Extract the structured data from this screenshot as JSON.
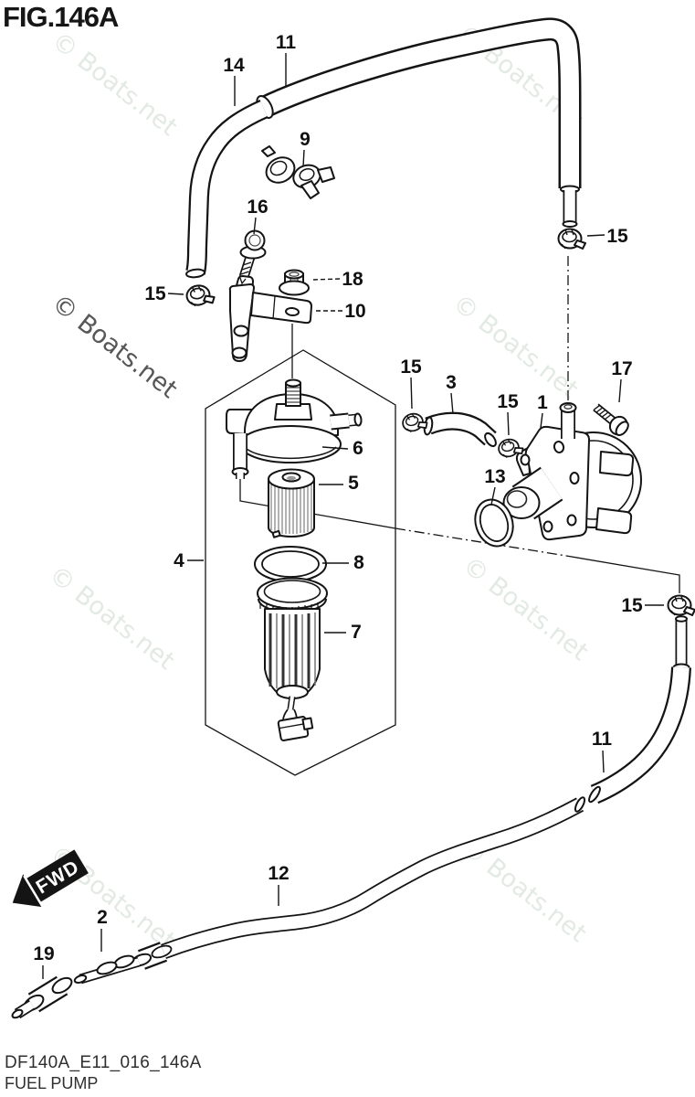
{
  "figure": {
    "title": "FIG.146A",
    "drawing_code": "DF140A_E11_016_146A",
    "caption": "FUEL PUMP"
  },
  "watermark": {
    "text": "© Boats.net"
  },
  "fwd_arrow": {
    "label": "FWD"
  },
  "callouts": [
    {
      "part": "fuel-hose-upper",
      "text": "11"
    },
    {
      "part": "fuel-hose-14",
      "text": "14"
    },
    {
      "part": "holder-clamp-9",
      "text": "9"
    },
    {
      "part": "bolt-16",
      "text": "16"
    },
    {
      "part": "clamp-15-top-right",
      "text": "15"
    },
    {
      "part": "clamp-15-left",
      "text": "15"
    },
    {
      "part": "nut-18",
      "text": "18"
    },
    {
      "part": "bracket-10",
      "text": "10"
    },
    {
      "part": "clamp-15-filter",
      "text": "15"
    },
    {
      "part": "hose-3",
      "text": "3"
    },
    {
      "part": "clamp-15-pump",
      "text": "15"
    },
    {
      "part": "fuel-pump-1",
      "text": "1"
    },
    {
      "part": "bolt-17",
      "text": "17"
    },
    {
      "part": "o-ring-13",
      "text": "13"
    },
    {
      "part": "filter-cap-6",
      "text": "6"
    },
    {
      "part": "filter-element-5",
      "text": "5"
    },
    {
      "part": "filter-assembly-4",
      "text": "4"
    },
    {
      "part": "o-ring-8",
      "text": "8"
    },
    {
      "part": "filter-cup-7",
      "text": "7"
    },
    {
      "part": "clamp-15-right",
      "text": "15"
    },
    {
      "part": "fuel-hose-11-lower",
      "text": "11"
    },
    {
      "part": "fuel-hose-12",
      "text": "12"
    },
    {
      "part": "connector-2",
      "text": "2"
    },
    {
      "part": "strainer-19",
      "text": "19"
    }
  ]
}
